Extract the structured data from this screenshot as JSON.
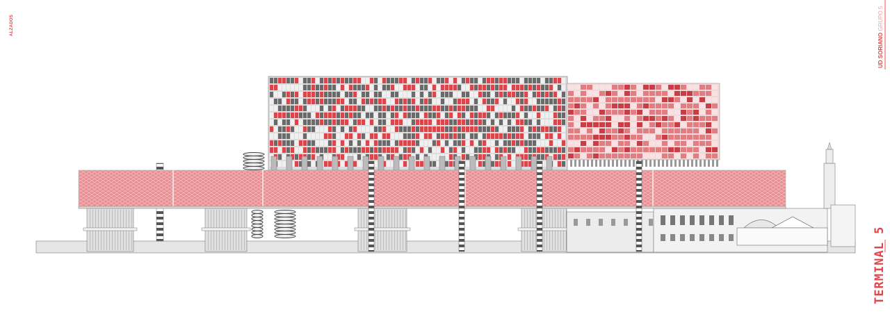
{
  "sheet": {
    "section_label": "ALZADOS",
    "author_bold": "UD SORIANO",
    "author_light": "GRUPO 5",
    "project_title": "TERMINAL 5"
  },
  "colors": {
    "accent": "#e0474c",
    "facade_red": "#e4868a",
    "structure_grey": "#d9d9d9",
    "line": "#555555"
  }
}
